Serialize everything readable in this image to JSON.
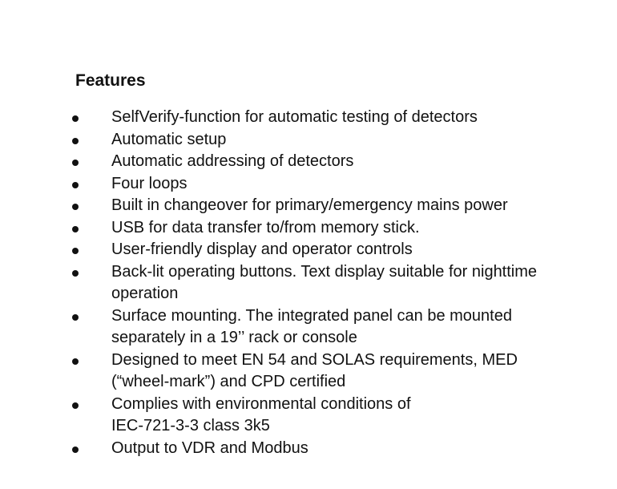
{
  "document": {
    "heading": "Features",
    "features": [
      [
        "SelfVerify-function for automatic testing of detectors"
      ],
      [
        "Automatic setup"
      ],
      [
        "Automatic addressing of detectors"
      ],
      [
        "Four loops"
      ],
      [
        "Built in changeover for primary/emergency mains power"
      ],
      [
        "USB for data transfer to/from memory stick."
      ],
      [
        "User-friendly display and operator controls"
      ],
      [
        "Back-lit operating buttons. Text display suitable for nighttime",
        "operation"
      ],
      [
        "Surface mounting. The integrated panel can be mounted",
        "separately in a 19’’ rack or console"
      ],
      [
        "Designed to meet EN 54 and SOLAS requirements, MED",
        "(“wheel-mark”) and CPD certified"
      ],
      [
        "Complies with environmental conditions of",
        "IEC-721-3-3 class 3k5"
      ],
      [
        "Output to VDR and Modbus"
      ]
    ]
  }
}
